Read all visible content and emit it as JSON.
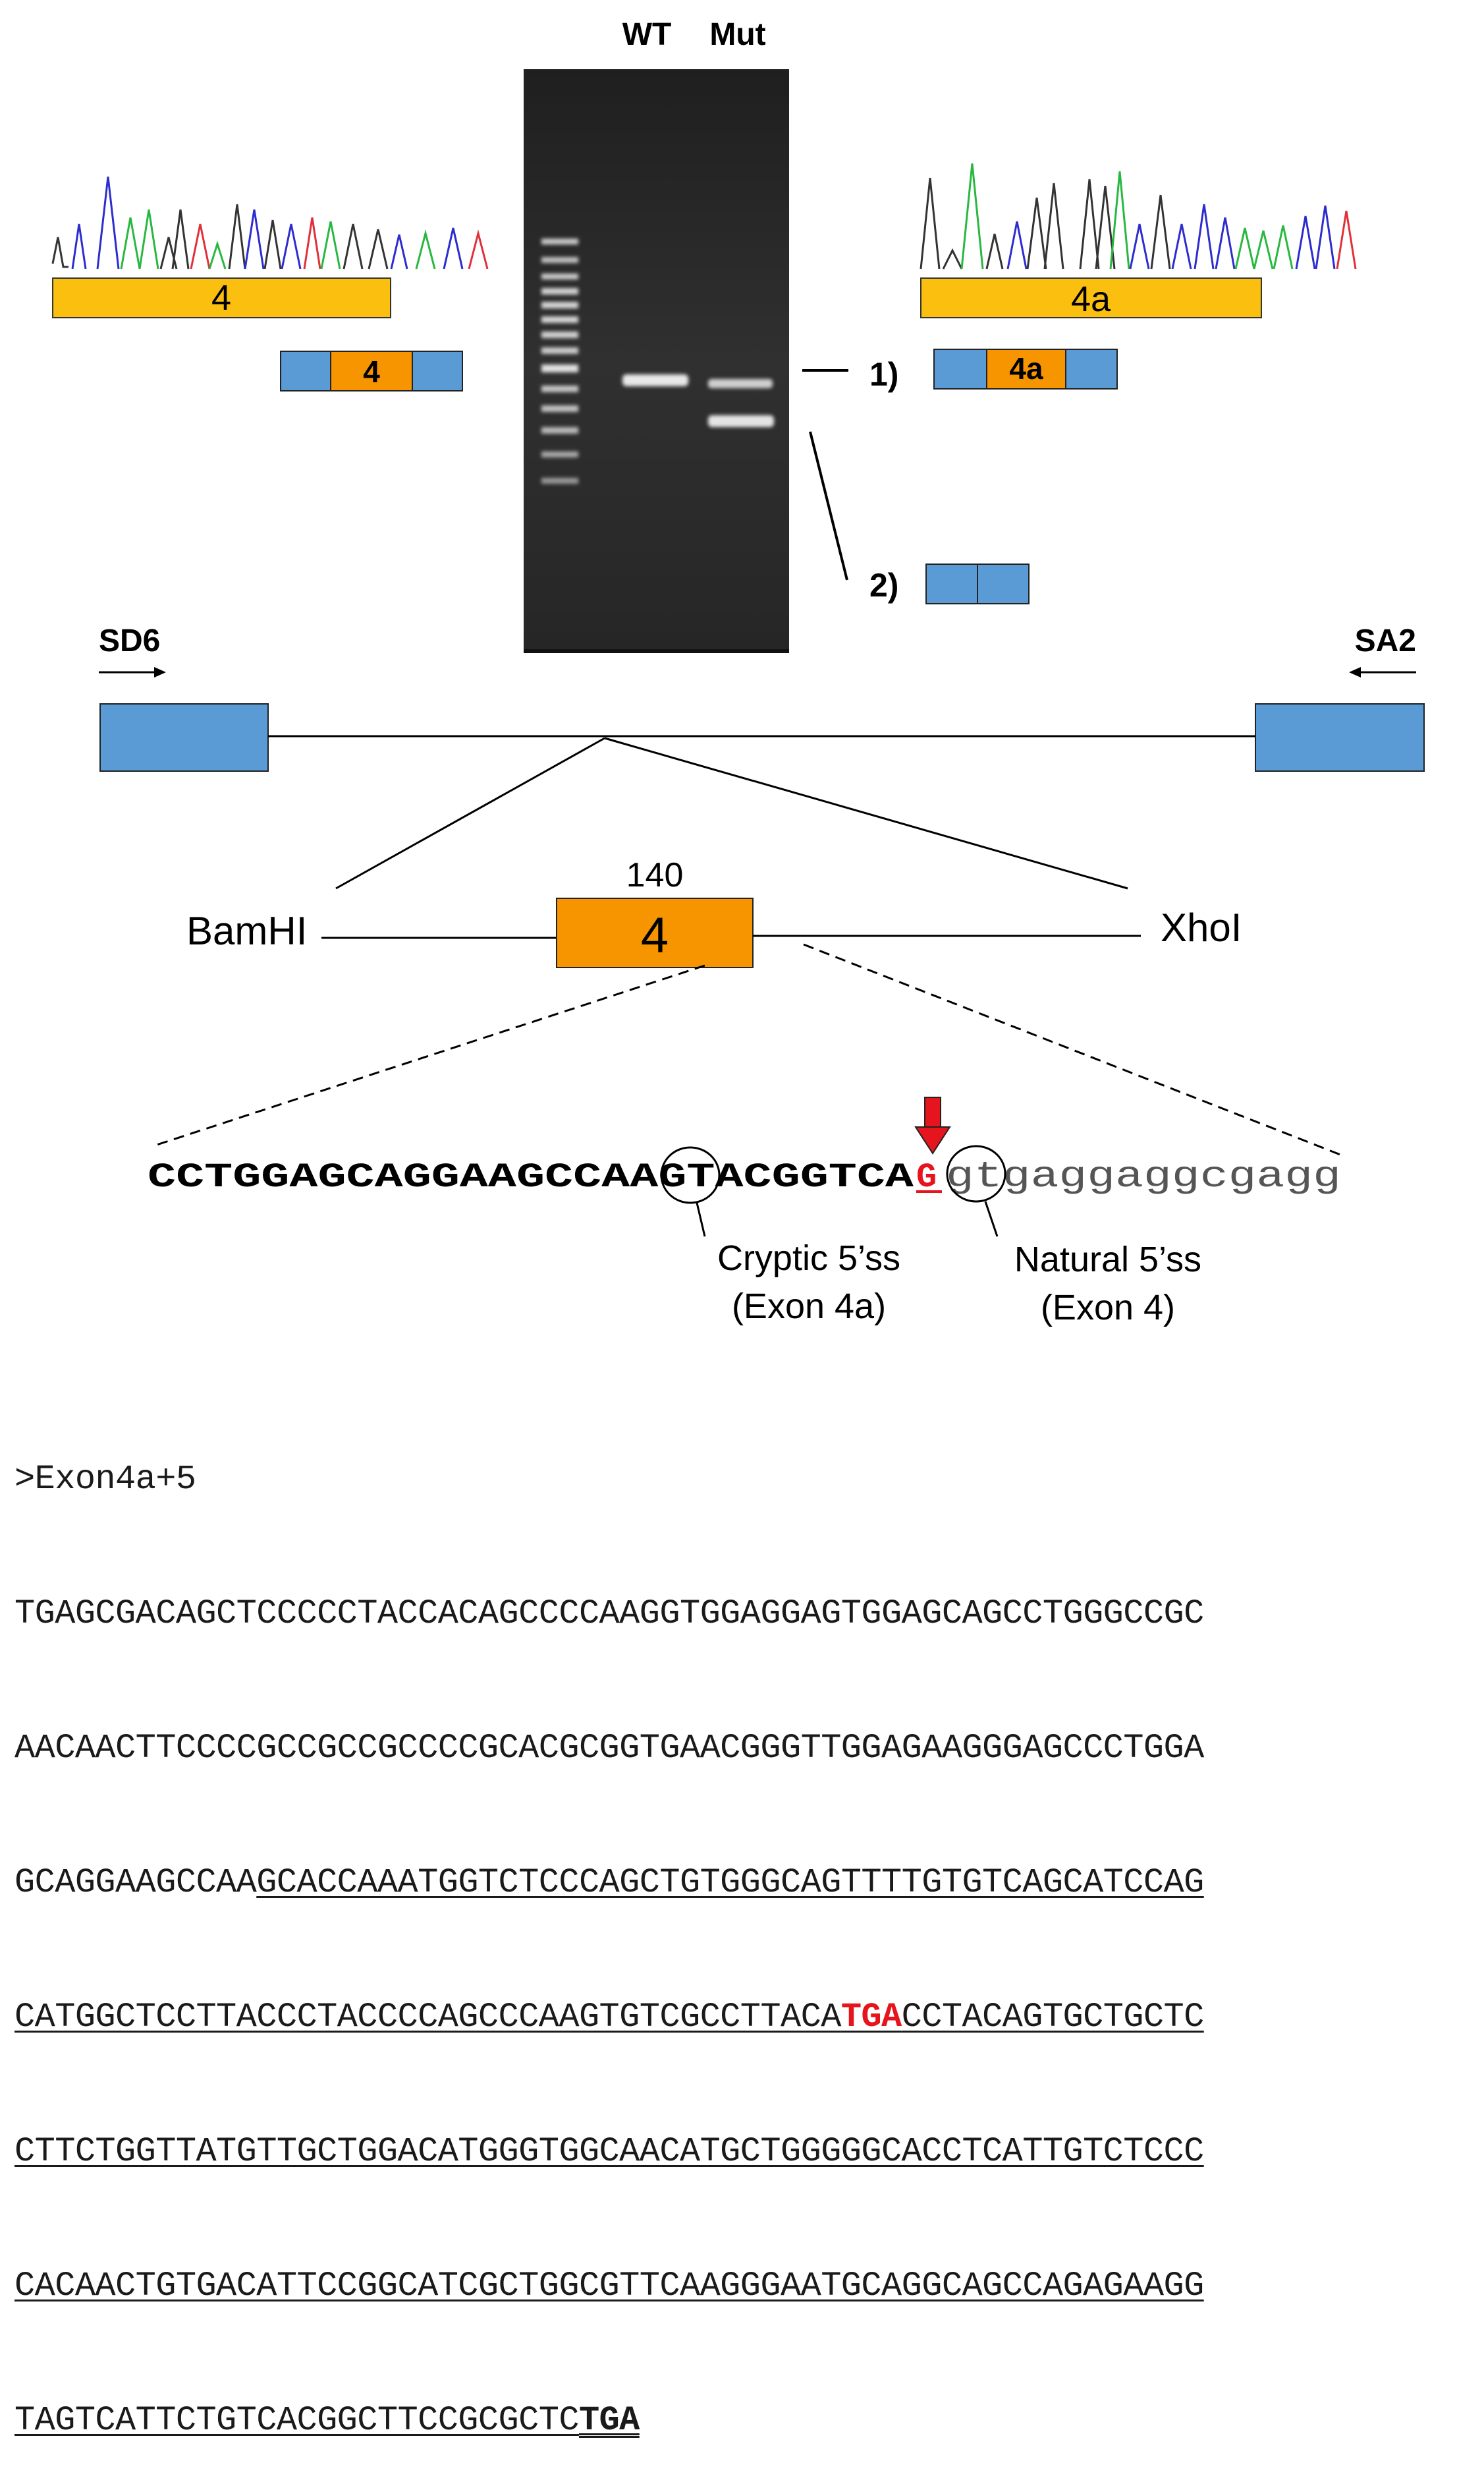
{
  "gel": {
    "lane_labels": [
      "WT",
      "Mut"
    ]
  },
  "chromatogram_left": {
    "exon_label": "4",
    "transcript_exon_label": "4"
  },
  "chromatogram_right": {
    "exon_label": "4a",
    "transcript_exon_label": "4a"
  },
  "products": {
    "band_1_label": "1)",
    "band_2_label": "2)"
  },
  "construct": {
    "primer_forward": "SD6",
    "primer_reverse": "SA2"
  },
  "insert": {
    "exon_size": "140",
    "exon_label": "4",
    "site_left": "BamHI",
    "site_right": "XhoI"
  },
  "junction": {
    "exon_seq_part1": "CCTGGAGCAGGAAGCCAAGTACGGTCA",
    "mutated_base": "G",
    "intron_seq": "gtgaggaggcgagg",
    "cryptic_label_line1": "Cryptic 5’ss",
    "cryptic_label_line2": "(Exon 4a)",
    "natural_label_line1": "Natural 5’ss",
    "natural_label_line2": "(Exon 4)"
  },
  "fasta": {
    "header": ">Exon4a+5",
    "line1": "TGAGCGACAGCTCCCCCTACCACAGCCCCAAGGTGGAGGAGTGGAGCAGCCTGGGCCGC",
    "line2": "AACAACTTCCCCGCCGCCGCCCCGCACGCGGTGAACGGGTTGGAGAAGGGAGCCCTGGA",
    "line3_plain": "GCAGGAAGCCAA",
    "line3_ul": "GCACCAAATGGTCTCCCAGCTGTGGGCAGTTTTGTGTCAGCATCCAG",
    "line4_pre": "CATGGCTCCTTACCCTACCCCAGCCCAAGTGTCGCCTTACA",
    "line4_stop": "TGA",
    "line4_post": "CCTACAGTGCTGCTC",
    "line5": "CTTCTGGTTATGTTGCTGGACATGGGTGGCAACATGCTGGGGGCACCTCATTGTCTCCC",
    "line6": "CACAACTGTGACATTCCGGCATCGCTGGCGTTCAAGGGAATGCAGGCAGCCAGAGAAGG",
    "line7_pre": "TAGTCATTCTGTCACGGCTTCCGCGCTC",
    "line7_stop": "TGA"
  }
}
